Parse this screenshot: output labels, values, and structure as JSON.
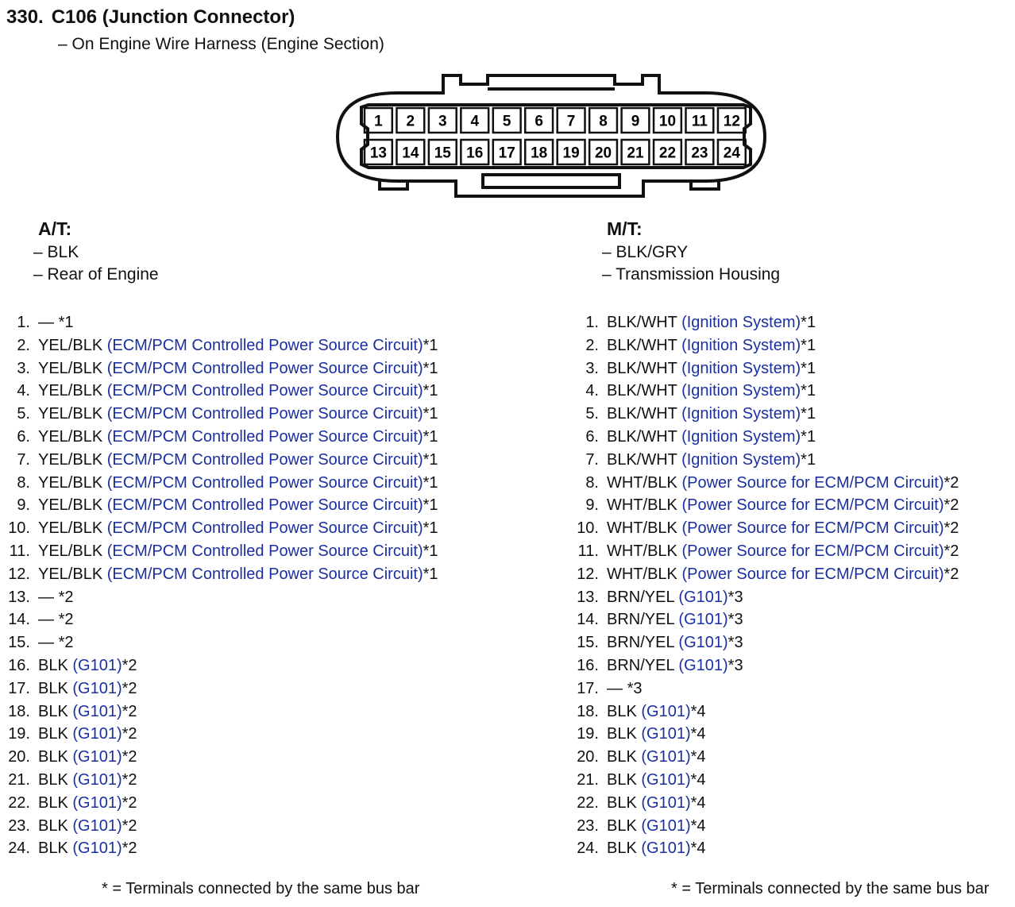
{
  "header": {
    "number": "330.",
    "title": "C106 (Junction Connector)",
    "subtitle": "– On Engine Wire Harness (Engine Section)"
  },
  "connector": {
    "row1": [
      "1",
      "2",
      "3",
      "4",
      "5",
      "6",
      "7",
      "8",
      "9",
      "10",
      "11",
      "12"
    ],
    "row2": [
      "13",
      "14",
      "15",
      "16",
      "17",
      "18",
      "19",
      "20",
      "21",
      "22",
      "23",
      "24"
    ]
  },
  "at": {
    "title": "A/T:",
    "info": [
      "– BLK",
      "– Rear of Engine"
    ],
    "pins": [
      {
        "n": "1.",
        "wire": "— ",
        "circuit": "",
        "note": "*1"
      },
      {
        "n": "2.",
        "wire": "YEL/BLK ",
        "circuit": "(ECM/PCM Controlled Power Source Circuit)",
        "note": "*1"
      },
      {
        "n": "3.",
        "wire": "YEL/BLK ",
        "circuit": "(ECM/PCM Controlled Power Source Circuit)",
        "note": "*1"
      },
      {
        "n": "4.",
        "wire": "YEL/BLK ",
        "circuit": "(ECM/PCM Controlled Power Source Circuit)",
        "note": "*1"
      },
      {
        "n": "5.",
        "wire": "YEL/BLK ",
        "circuit": "(ECM/PCM Controlled Power Source Circuit)",
        "note": "*1"
      },
      {
        "n": "6.",
        "wire": "YEL/BLK ",
        "circuit": "(ECM/PCM Controlled Power Source Circuit)",
        "note": "*1"
      },
      {
        "n": "7.",
        "wire": "YEL/BLK ",
        "circuit": "(ECM/PCM Controlled Power Source Circuit)",
        "note": "*1"
      },
      {
        "n": "8.",
        "wire": "YEL/BLK ",
        "circuit": "(ECM/PCM Controlled Power Source Circuit)",
        "note": "*1"
      },
      {
        "n": "9.",
        "wire": "YEL/BLK ",
        "circuit": "(ECM/PCM Controlled Power Source Circuit)",
        "note": "*1"
      },
      {
        "n": "10.",
        "wire": "YEL/BLK ",
        "circuit": "(ECM/PCM Controlled Power Source Circuit)",
        "note": "*1"
      },
      {
        "n": "11.",
        "wire": "YEL/BLK ",
        "circuit": "(ECM/PCM Controlled Power Source Circuit)",
        "note": "*1"
      },
      {
        "n": "12.",
        "wire": "YEL/BLK ",
        "circuit": "(ECM/PCM Controlled Power Source Circuit)",
        "note": "*1"
      },
      {
        "n": "13.",
        "wire": "— ",
        "circuit": "",
        "note": "*2"
      },
      {
        "n": "14.",
        "wire": "— ",
        "circuit": "",
        "note": "*2"
      },
      {
        "n": "15.",
        "wire": "— ",
        "circuit": "",
        "note": "*2"
      },
      {
        "n": "16.",
        "wire": "BLK ",
        "circuit": "(G101)",
        "note": "*2"
      },
      {
        "n": "17.",
        "wire": "BLK ",
        "circuit": "(G101)",
        "note": "*2"
      },
      {
        "n": "18.",
        "wire": "BLK ",
        "circuit": "(G101)",
        "note": "*2"
      },
      {
        "n": "19.",
        "wire": "BLK ",
        "circuit": "(G101)",
        "note": "*2"
      },
      {
        "n": "20.",
        "wire": "BLK ",
        "circuit": "(G101)",
        "note": "*2"
      },
      {
        "n": "21.",
        "wire": "BLK ",
        "circuit": "(G101)",
        "note": "*2"
      },
      {
        "n": "22.",
        "wire": "BLK ",
        "circuit": "(G101)",
        "note": "*2"
      },
      {
        "n": "23.",
        "wire": "BLK ",
        "circuit": "(G101)",
        "note": "*2"
      },
      {
        "n": "24.",
        "wire": "BLK ",
        "circuit": "(G101)",
        "note": "*2"
      }
    ],
    "footnote": "* = Terminals connected by the same bus bar"
  },
  "mt": {
    "title": "M/T:",
    "info": [
      "– BLK/GRY",
      "– Transmission Housing"
    ],
    "pins": [
      {
        "n": "1.",
        "wire": "BLK/WHT ",
        "circuit": "(Ignition System)",
        "note": "*1"
      },
      {
        "n": "2.",
        "wire": "BLK/WHT ",
        "circuit": "(Ignition System)",
        "note": "*1"
      },
      {
        "n": "3.",
        "wire": "BLK/WHT ",
        "circuit": "(Ignition System)",
        "note": "*1"
      },
      {
        "n": "4.",
        "wire": "BLK/WHT ",
        "circuit": "(Ignition System)",
        "note": "*1"
      },
      {
        "n": "5.",
        "wire": "BLK/WHT ",
        "circuit": "(Ignition System)",
        "note": "*1"
      },
      {
        "n": "6.",
        "wire": "BLK/WHT ",
        "circuit": "(Ignition System)",
        "note": "*1"
      },
      {
        "n": "7.",
        "wire": "BLK/WHT ",
        "circuit": "(Ignition System)",
        "note": "*1"
      },
      {
        "n": "8.",
        "wire": "WHT/BLK ",
        "circuit": "(Power Source for ECM/PCM Circuit)",
        "note": "*2"
      },
      {
        "n": "9.",
        "wire": "WHT/BLK ",
        "circuit": "(Power Source for ECM/PCM Circuit)",
        "note": "*2"
      },
      {
        "n": "10.",
        "wire": "WHT/BLK ",
        "circuit": "(Power Source for ECM/PCM Circuit)",
        "note": "*2"
      },
      {
        "n": "11.",
        "wire": "WHT/BLK ",
        "circuit": "(Power Source for ECM/PCM Circuit)",
        "note": "*2"
      },
      {
        "n": "12.",
        "wire": "WHT/BLK ",
        "circuit": "(Power Source for ECM/PCM Circuit)",
        "note": "*2"
      },
      {
        "n": "13.",
        "wire": "BRN/YEL ",
        "circuit": "(G101)",
        "note": "*3"
      },
      {
        "n": "14.",
        "wire": "BRN/YEL ",
        "circuit": "(G101)",
        "note": "*3"
      },
      {
        "n": "15.",
        "wire": "BRN/YEL ",
        "circuit": "(G101)",
        "note": "*3"
      },
      {
        "n": "16.",
        "wire": "BRN/YEL ",
        "circuit": "(G101)",
        "note": "*3"
      },
      {
        "n": "17.",
        "wire": "— ",
        "circuit": "",
        "note": "*3"
      },
      {
        "n": "18.",
        "wire": "BLK ",
        "circuit": "(G101)",
        "note": "*4"
      },
      {
        "n": "19.",
        "wire": "BLK ",
        "circuit": "(G101)",
        "note": "*4"
      },
      {
        "n": "20.",
        "wire": "BLK ",
        "circuit": "(G101)",
        "note": "*4"
      },
      {
        "n": "21.",
        "wire": "BLK ",
        "circuit": "(G101)",
        "note": "*4"
      },
      {
        "n": "22.",
        "wire": "BLK ",
        "circuit": "(G101)",
        "note": "*4"
      },
      {
        "n": "23.",
        "wire": "BLK ",
        "circuit": "(G101)",
        "note": "*4"
      },
      {
        "n": "24.",
        "wire": "BLK ",
        "circuit": "(G101)",
        "note": "*4"
      }
    ],
    "footnote": "* = Terminals connected by the same bus bar"
  }
}
